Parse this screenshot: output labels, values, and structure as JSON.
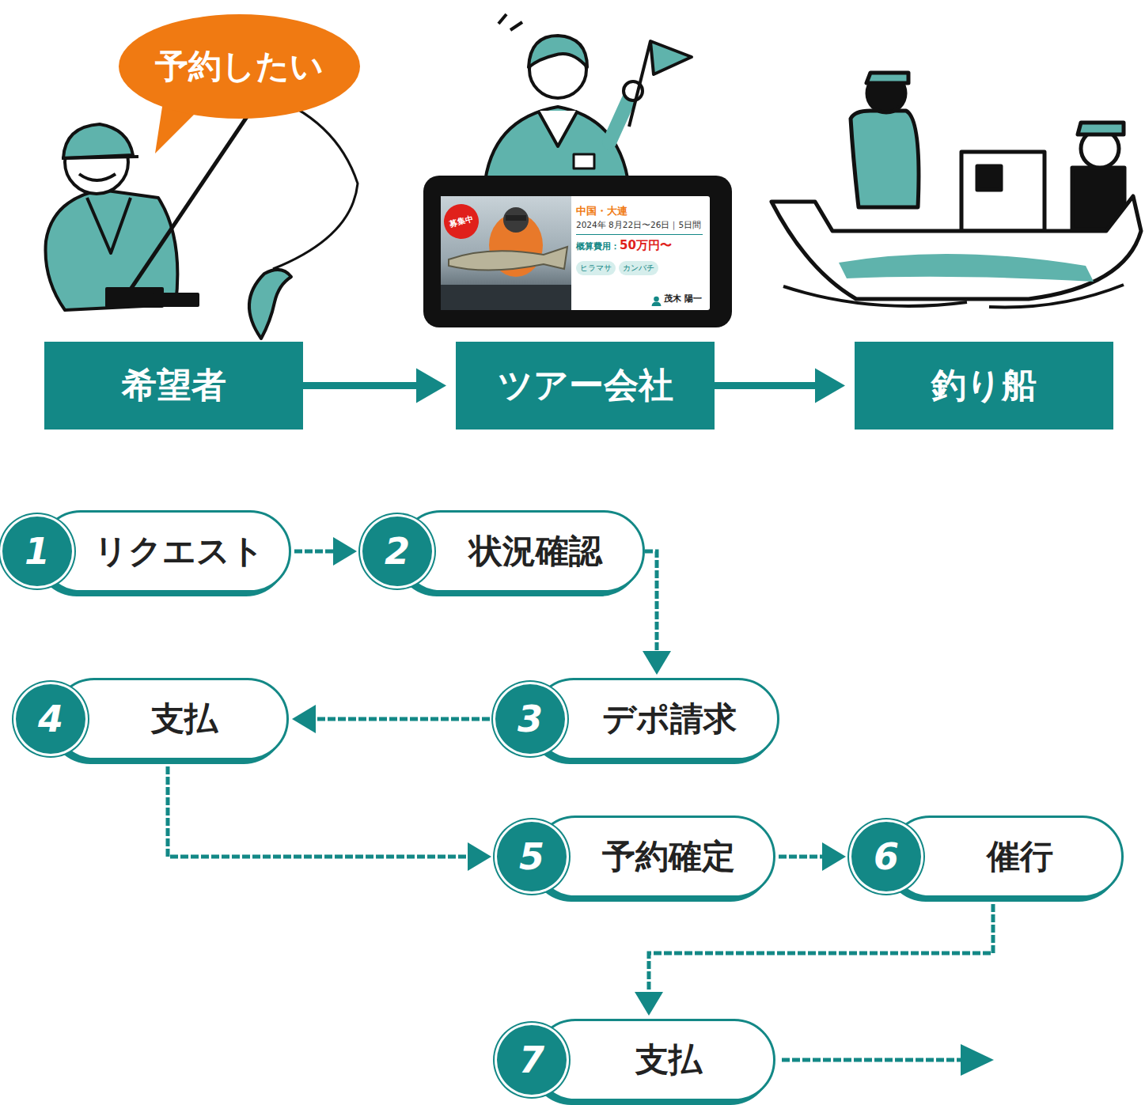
{
  "diagram": {
    "nodes": [
      {
        "text": [
          "予約したい"
        ]
      },
      {
        "text": [
          "中国・大連",
          "2024年 8月22日〜26日｜5日間",
          "概算費用：",
          "50万円〜",
          "茂木 陽一"
        ]
      },
      {
        "text": [
          "募集中"
        ],
        "in": 1
      },
      {
        "text": [
          "ヒラマサ"
        ],
        "in": 1
      },
      {
        "text": [
          "カンバチ"
        ],
        "in": 1
      },
      {
        "text": [
          "希望者"
        ]
      },
      {
        "text": [
          "ツアー会社"
        ]
      },
      {
        "text": [
          "釣り船"
        ]
      },
      {
        "text": [
          "リクエスト"
        ]
      },
      {
        "text": [
          "1"
        ],
        "in": 8
      },
      {
        "text": [
          "状況確認"
        ]
      },
      {
        "text": [
          "2"
        ],
        "in": 10
      },
      {
        "text": [
          "デポ請求"
        ]
      },
      {
        "text": [
          "3"
        ],
        "in": 12
      },
      {
        "text": [
          "支払"
        ]
      },
      {
        "text": [
          "4"
        ],
        "in": 14
      },
      {
        "text": [
          "予約確定"
        ]
      },
      {
        "text": [
          "5"
        ],
        "in": 16
      },
      {
        "text": [
          "催行"
        ]
      },
      {
        "text": [
          "6"
        ],
        "in": 18
      },
      {
        "text": [
          "支払"
        ]
      },
      {
        "text": [
          "7"
        ],
        "in": 20
      }
    ],
    "edges": [
      {
        "from": 5,
        "to": 6,
        "arrow": "to"
      },
      {
        "from": 6,
        "to": 7,
        "arrow": "to"
      },
      {
        "from": 8,
        "to": 10,
        "arrow": "to"
      },
      {
        "from": 10,
        "to": 12,
        "arrow": "to"
      },
      {
        "from": 12,
        "to": 14,
        "arrow": "to"
      },
      {
        "from": 14,
        "to": 16,
        "arrow": "to"
      },
      {
        "from": 16,
        "to": 18,
        "arrow": "to"
      },
      {
        "from": 18,
        "to": 20,
        "arrow": "to"
      }
    ]
  }
}
